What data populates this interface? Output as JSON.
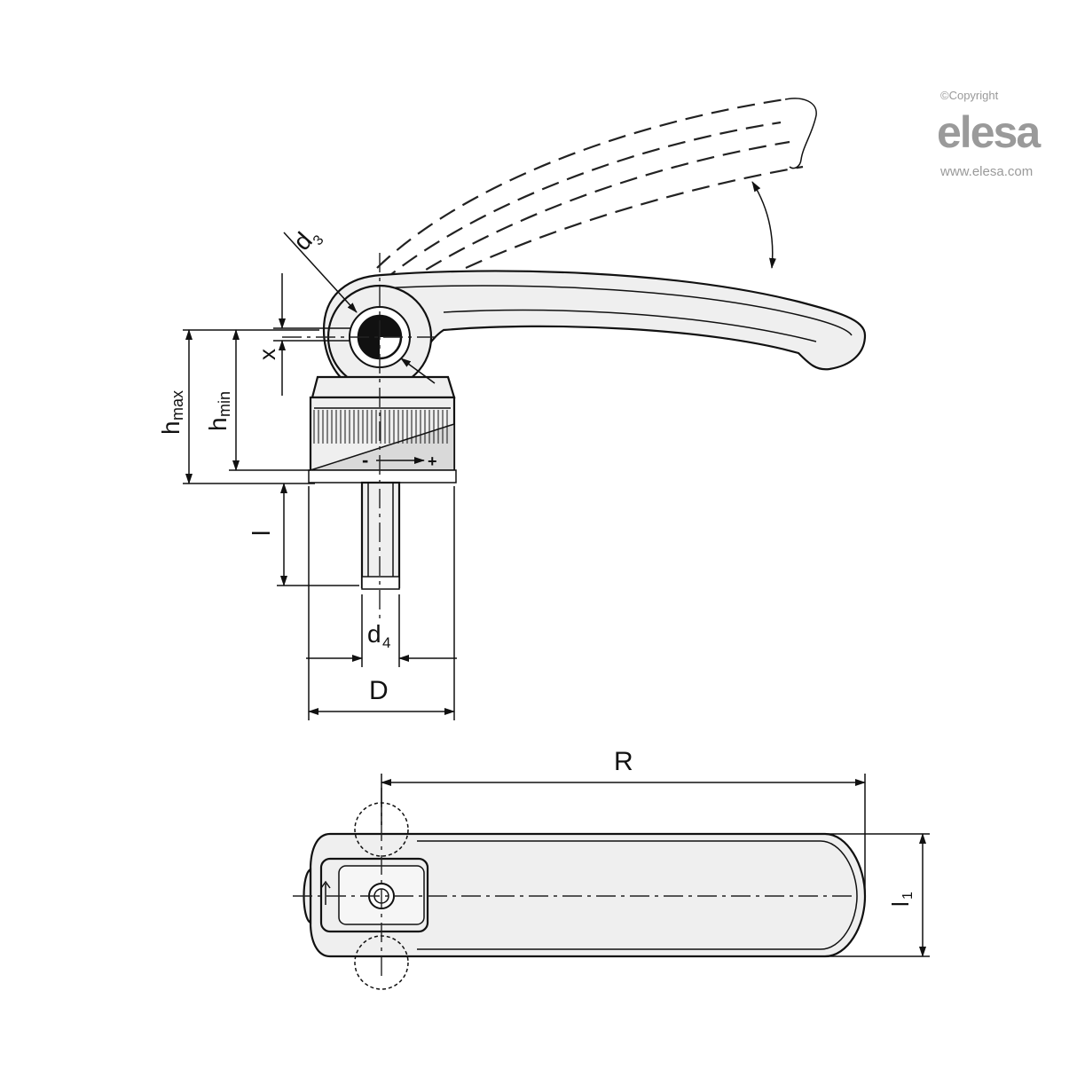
{
  "brand": {
    "copyright": "©Copyright",
    "name": "elesa",
    "url": "www.elesa.com"
  },
  "dimensions": {
    "d3": {
      "main": "d",
      "sub": "3"
    },
    "x": "x",
    "hmax": {
      "main": "h",
      "sub": "max"
    },
    "hmin": {
      "main": "h",
      "sub": "min"
    },
    "l": "l",
    "d4": {
      "main": "d",
      "sub": "4"
    },
    "D": "D",
    "R": "R",
    "l1": {
      "main": "l",
      "sub": "1"
    }
  },
  "adjust_marks": {
    "minus": "-",
    "plus": "+"
  },
  "colors": {
    "line": "#111111",
    "fill": "#efefef",
    "brand": "#9a9a9a"
  }
}
